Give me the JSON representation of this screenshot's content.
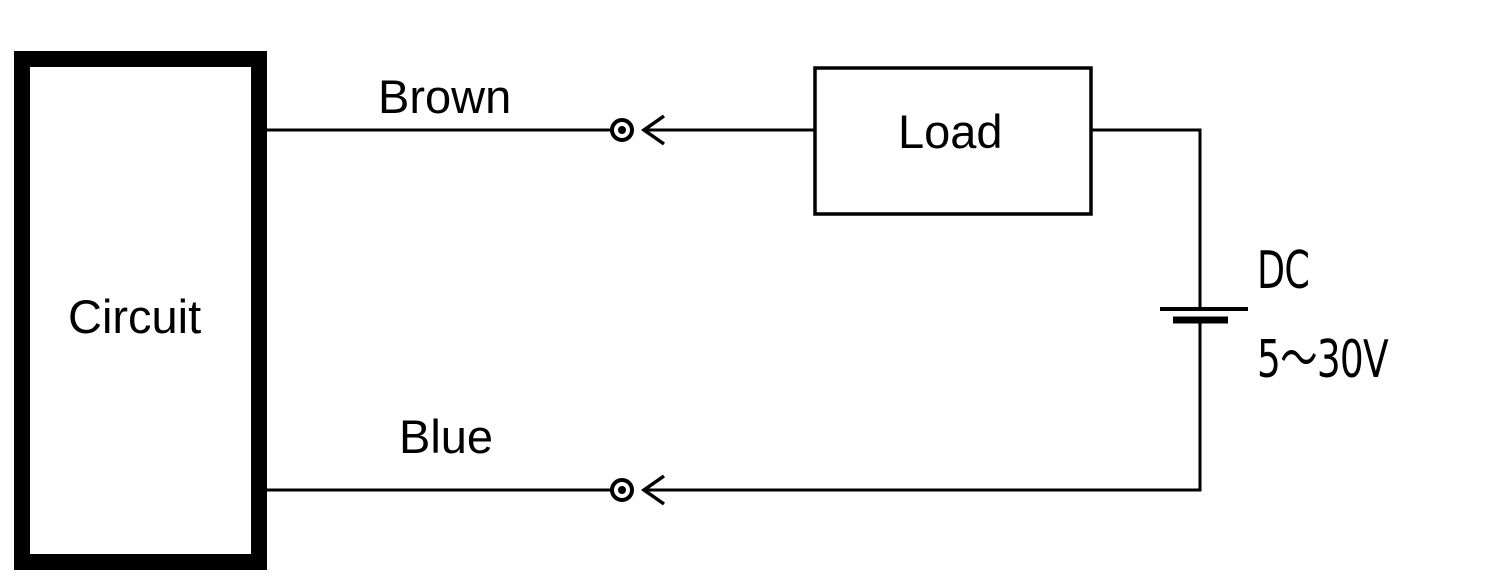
{
  "labels": {
    "circuit": "Circuit",
    "brown": "Brown",
    "load": "Load",
    "blue": "Blue",
    "dc": "DC",
    "voltage": "5～30V"
  },
  "colors": {
    "line": "#000000",
    "background": "#ffffff"
  },
  "symbols": {
    "connectors": [
      "brown-wire-connector-icon",
      "blue-wire-connector-icon"
    ],
    "source": "dc-battery-icon"
  }
}
